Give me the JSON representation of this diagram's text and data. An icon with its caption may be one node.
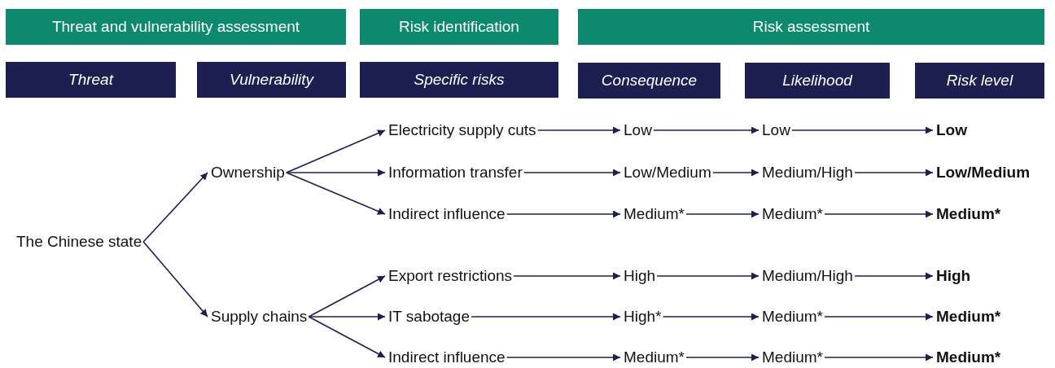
{
  "diagram": {
    "nodes": [
      {
        "text": [
          "Threat and vulnerability assessment"
        ]
      },
      {
        "text": [
          "Risk identification"
        ]
      },
      {
        "text": [
          "Risk assessment"
        ]
      },
      {
        "text": [
          "Threat"
        ]
      },
      {
        "text": [
          "Vulnerability"
        ]
      },
      {
        "text": [
          "Specific risks"
        ]
      },
      {
        "text": [
          "Consequence"
        ]
      },
      {
        "text": [
          "Likelihood"
        ]
      },
      {
        "text": [
          "Risk level"
        ]
      },
      {
        "text": [
          "The Chinese state"
        ]
      },
      {
        "text": [
          "Ownership"
        ]
      },
      {
        "text": [
          "Supply chains"
        ]
      },
      {
        "text": [
          "Electricity supply cuts"
        ]
      },
      {
        "text": [
          "Information transfer"
        ]
      },
      {
        "text": [
          "Indirect influence"
        ]
      },
      {
        "text": [
          "Export restrictions"
        ]
      },
      {
        "text": [
          "IT sabotage"
        ]
      },
      {
        "text": [
          "Indirect influence"
        ]
      },
      {
        "text": [
          "Low"
        ]
      },
      {
        "text": [
          "Low/Medium"
        ]
      },
      {
        "text": [
          "Medium*"
        ]
      },
      {
        "text": [
          "High"
        ]
      },
      {
        "text": [
          "High*"
        ]
      },
      {
        "text": [
          "Medium*"
        ]
      },
      {
        "text": [
          "Low"
        ]
      },
      {
        "text": [
          "Medium/High"
        ]
      },
      {
        "text": [
          "Medium*"
        ]
      },
      {
        "text": [
          "Medium/High"
        ]
      },
      {
        "text": [
          "Medium*"
        ]
      },
      {
        "text": [
          "Medium*"
        ]
      },
      {
        "text": [
          "Low"
        ]
      },
      {
        "text": [
          "Low/Medium"
        ]
      },
      {
        "text": [
          "Medium*"
        ]
      },
      {
        "text": [
          "High"
        ]
      },
      {
        "text": [
          "Medium*"
        ]
      },
      {
        "text": [
          "Medium*"
        ]
      }
    ],
    "edges": [
      {
        "from": 9,
        "to": 10,
        "arrow": "to"
      },
      {
        "from": 9,
        "to": 11,
        "arrow": "to"
      },
      {
        "from": 10,
        "to": 12,
        "arrow": "to"
      },
      {
        "from": 10,
        "to": 13,
        "arrow": "to"
      },
      {
        "from": 10,
        "to": 14,
        "arrow": "to"
      },
      {
        "from": 11,
        "to": 15,
        "arrow": "to"
      },
      {
        "from": 11,
        "to": 16,
        "arrow": "to"
      },
      {
        "from": 11,
        "to": 17,
        "arrow": "to"
      },
      {
        "from": 12,
        "to": 18,
        "arrow": "to"
      },
      {
        "from": 13,
        "to": 19,
        "arrow": "to"
      },
      {
        "from": 14,
        "to": 20,
        "arrow": "to"
      },
      {
        "from": 15,
        "to": 21,
        "arrow": "to"
      },
      {
        "from": 16,
        "to": 22,
        "arrow": "to"
      },
      {
        "from": 17,
        "to": 23,
        "arrow": "to"
      },
      {
        "from": 18,
        "to": 24,
        "arrow": "to"
      },
      {
        "from": 19,
        "to": 25,
        "arrow": "to"
      },
      {
        "from": 20,
        "to": 26,
        "arrow": "to"
      },
      {
        "from": 21,
        "to": 27,
        "arrow": "to"
      },
      {
        "from": 22,
        "to": 28,
        "arrow": "to"
      },
      {
        "from": 23,
        "to": 29,
        "arrow": "to"
      },
      {
        "from": 24,
        "to": 30,
        "arrow": "to"
      },
      {
        "from": 25,
        "to": 31,
        "arrow": "to"
      },
      {
        "from": 26,
        "to": 32,
        "arrow": "to"
      },
      {
        "from": 27,
        "to": 33,
        "arrow": "to"
      },
      {
        "from": 28,
        "to": 34,
        "arrow": "to"
      },
      {
        "from": 29,
        "to": 35,
        "arrow": "to"
      }
    ]
  }
}
